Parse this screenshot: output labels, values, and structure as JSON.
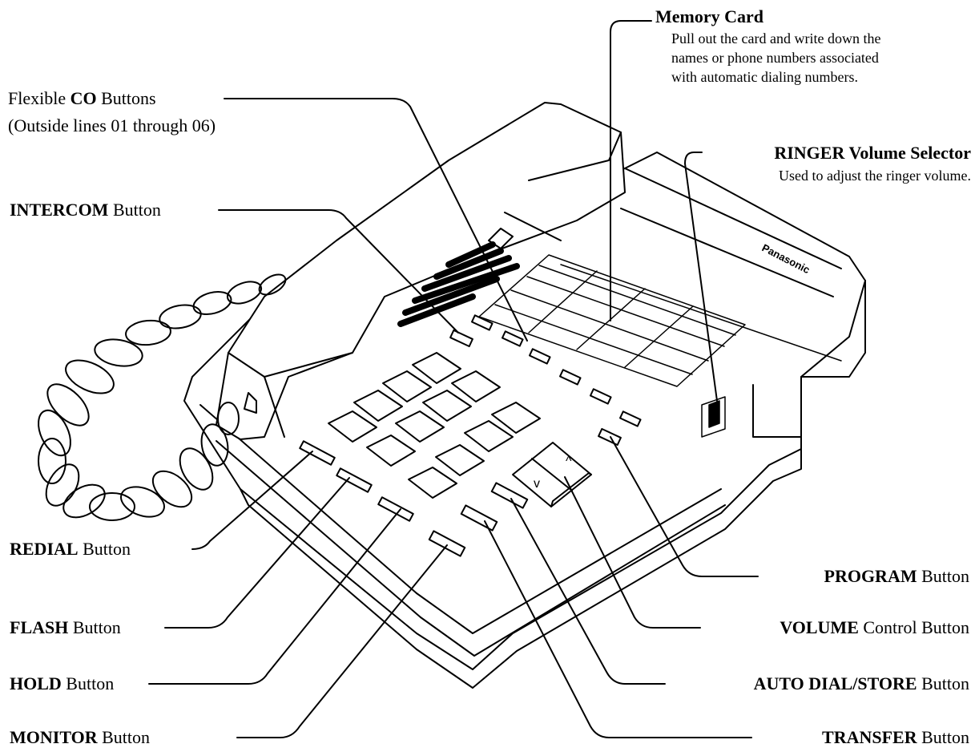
{
  "callouts": {
    "memory_card": {
      "title": "Memory Card",
      "lines": [
        "Pull out the card and write down the",
        "names or phone numbers associated",
        "with automatic dialing numbers."
      ]
    },
    "co_buttons": {
      "bold": "CO",
      "pre": "Flexible",
      "post": "Buttons",
      "line2": "(Outside lines 01 through 06)"
    },
    "ringer": {
      "title": "RINGER Volume Selector",
      "desc": "Used to adjust the ringer volume."
    },
    "intercom": {
      "bold": "INTERCOM",
      "post": "Button"
    },
    "redial": {
      "bold": "REDIAL",
      "post": "Button"
    },
    "flash": {
      "bold": "FLASH",
      "post": "Button"
    },
    "hold": {
      "bold": "HOLD",
      "post": "Button"
    },
    "monitor": {
      "bold": "MONITOR",
      "post": "Button"
    },
    "program": {
      "bold": "PROGRAM",
      "post": "Button"
    },
    "volume": {
      "bold": "VOLUME",
      "post": "Control Button"
    },
    "auto_dial": {
      "bold": "AUTO DIAL/STORE",
      "post": "Button"
    },
    "transfer": {
      "bold": "TRANSFER",
      "post": "Button"
    }
  },
  "brand": "Panasonic",
  "volume_arrows": {
    "up": "^",
    "down": "v"
  }
}
